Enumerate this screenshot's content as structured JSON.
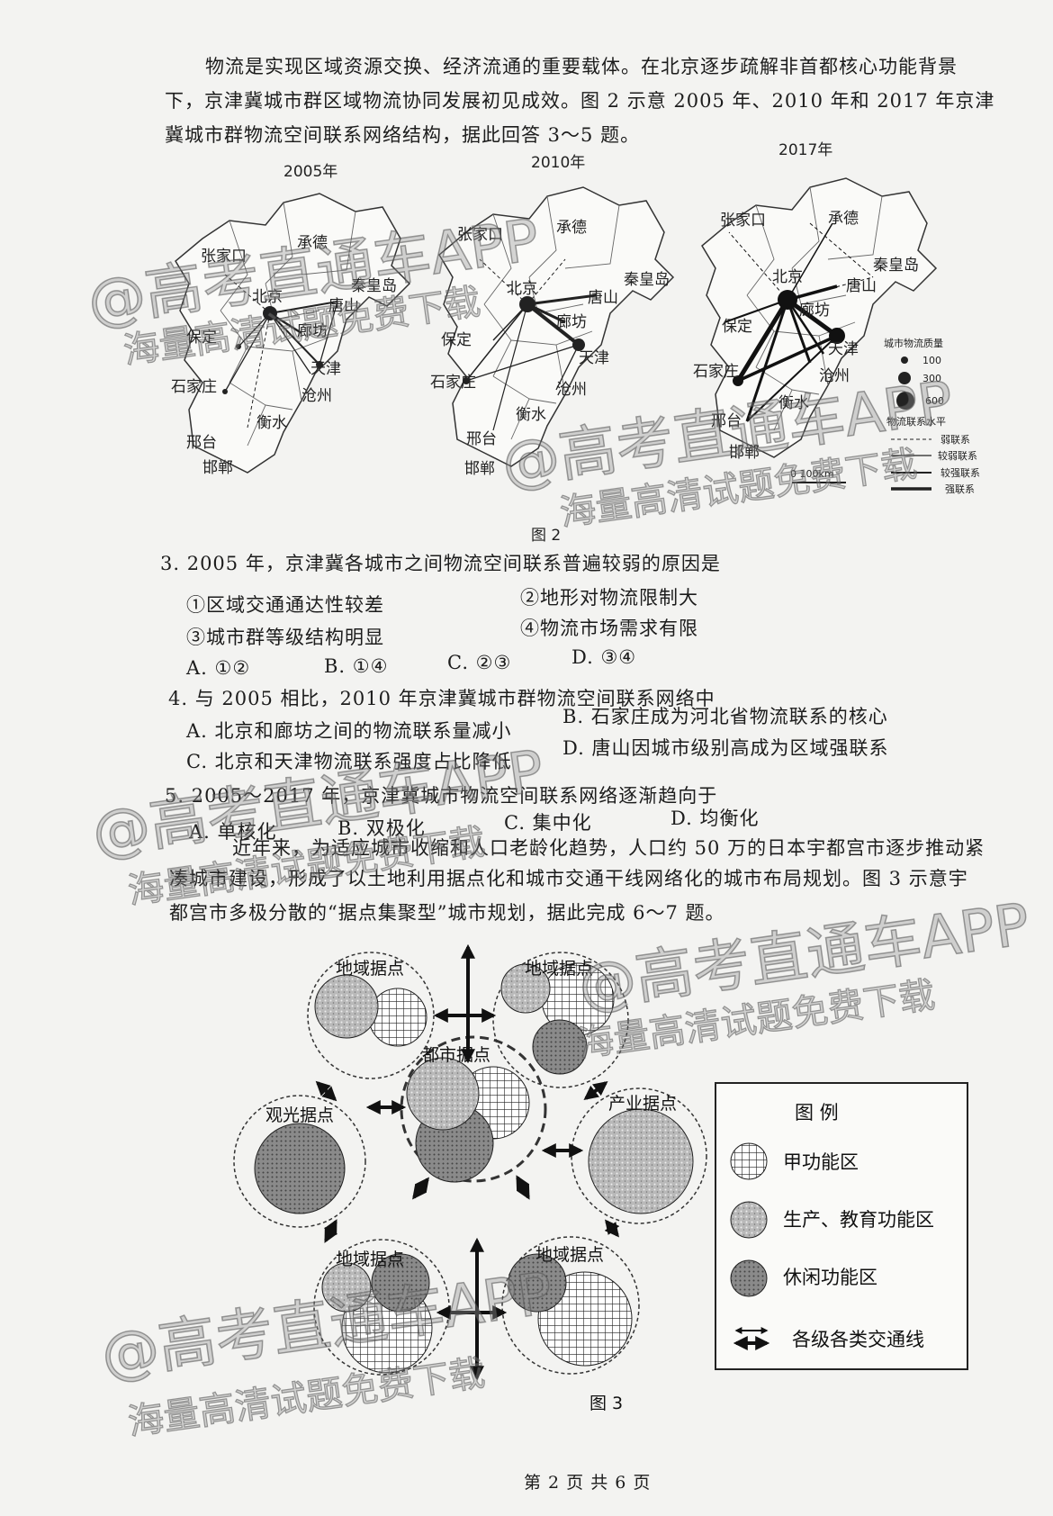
{
  "intro": {
    "line1": "物流是实现区域资源交换、经济流通的重要载体。在北京逐步疏解非首都核心功能背景",
    "line2": "下，京津冀城市群区域物流协同发展初见成效。图 2 示意 2005 年、2010 年和 2017 年京津",
    "line3": "冀城市群物流空间联系网络结构，据此回答 3～5 题。"
  },
  "figure2": {
    "caption": "图 2",
    "maps": [
      {
        "year": "2005年"
      },
      {
        "year": "2010年"
      },
      {
        "year": "2017年"
      }
    ],
    "cities": [
      "张家口",
      "承德",
      "北京",
      "秦皇岛",
      "唐山",
      "廊坊",
      "保定",
      "天津",
      "石家庄",
      "沧州",
      "衡水",
      "邢台",
      "邯郸"
    ],
    "legend": {
      "size_title": "城市物流质量",
      "sizes": [
        "100",
        "300",
        "600"
      ],
      "link_title": "物流联系水平",
      "links": [
        "弱联系",
        "较弱联系",
        "较强联系",
        "强联系"
      ],
      "scale": "0    100km"
    }
  },
  "questions": [
    {
      "stem": "3. 2005 年，京津冀各城市之间物流空间联系普遍较弱的原因是",
      "statements": [
        "①区域交通通达性较差",
        "②地形对物流限制大",
        "③城市群等级结构明显",
        "④物流市场需求有限"
      ],
      "options": [
        "A. ①②",
        "B. ①④",
        "C. ②③",
        "D. ③④"
      ]
    },
    {
      "stem": "4. 与 2005 相比，2010 年京津冀城市群物流空间联系网络中",
      "options": [
        "A. 北京和廊坊之间的物流联系量减小",
        "B. 石家庄成为河北省物流联系的核心",
        "C. 北京和天津物流联系强度占比降低",
        "D. 唐山因城市级别高成为区域强联系"
      ]
    },
    {
      "stem": "5. 2005～2017 年，京津冀城市物流空间联系网络逐渐趋向于",
      "options": [
        "A. 单核化",
        "B. 双极化",
        "C.  集中化",
        "D.  均衡化"
      ]
    }
  ],
  "intro2": {
    "line1": "近年来，为适应城市收缩和人口老龄化趋势，人口约 50 万的日本宇都宫市逐步推动紧",
    "line2": "凑城市建设，形成了以土地利用据点化和城市交通干线网络化的城市布局规划。图 3 示意宇",
    "line3": "都宫市多极分散的“据点集聚型”城市规划，据此完成 6～7 题。"
  },
  "figure3": {
    "caption": "图 3",
    "nodes": {
      "regional": "地域据点",
      "tourism": "观光据点",
      "urban": "都市据点",
      "industry": "产业据点"
    },
    "legend": {
      "title": "图 例",
      "items": [
        "甲功能区",
        "生产、教育功能区",
        "休闲功能区",
        "各级各类交通线"
      ]
    }
  },
  "footer": "第 2 页 共 6 页",
  "watermarks": {
    "brand": "@高考直通车APP",
    "slogan": "海量高清试题免费下载"
  }
}
